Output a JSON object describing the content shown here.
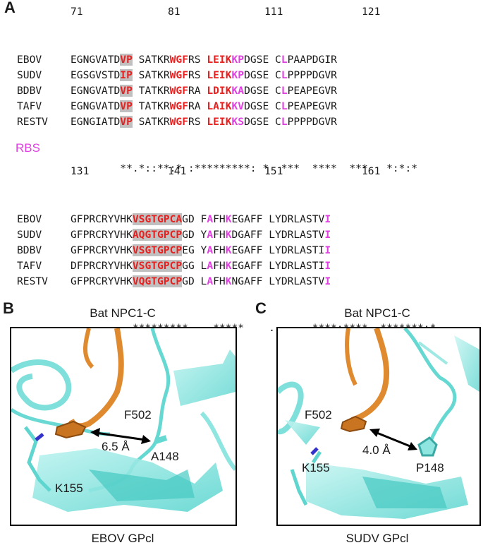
{
  "panel_a": {
    "label": "A",
    "block1": {
      "numbers": [
        "71",
        "81",
        "111",
        "121"
      ],
      "rows": [
        {
          "name": "EBOV",
          "s1": "EGNGVATD",
          "v1": "VP",
          "s2": "SA",
          "t1": "TK",
          "r1": "R",
          "w1": "WGF",
          "s3": "RS",
          "s4": "",
          "l1": "LEIK",
          "k1": "KP",
          "s5": "DGSE",
          "s6": "C",
          "l2": "L",
          "s7": "PAAPDGIR"
        },
        {
          "name": "SUDV",
          "s1": "EGSGVSTD",
          "v1": "IP",
          "s2": "SA",
          "t1": "TK",
          "r1": "R",
          "w1": "WGF",
          "s3": "RS",
          "s4": "",
          "l1": "LEIK",
          "k1": "KP",
          "s5": "DGSE",
          "s6": "C",
          "l2": "L",
          "s7": "PPPPDGVR"
        },
        {
          "name": "BDBV",
          "s1": "EGNGVATD",
          "v1": "VP",
          "s2": "TA",
          "t1": "TK",
          "r1": "R",
          "w1": "WGF",
          "s3": "RA",
          "s4": "",
          "l1": "LDIK",
          "k1": "KA",
          "s5": "DGSE",
          "s6": "C",
          "l2": "L",
          "s7": "PEAPEGVR"
        },
        {
          "name": "TAFV",
          "s1": "EGNGVATD",
          "v1": "VP",
          "s2": "TA",
          "t1": "TK",
          "r1": "R",
          "w1": "WGF",
          "s3": "RA",
          "s4": "",
          "l1": "LAIK",
          "k1": "KV",
          "s5": "DGSE",
          "s6": "C",
          "l2": "L",
          "s7": "PEAPEGVR"
        },
        {
          "name": "RESTV",
          "s1": "EGNGIATD",
          "v1": "VP",
          "s2": "SA",
          "t1": "TK",
          "r1": "R",
          "w1": "WGF",
          "s3": "RS",
          "s4": "",
          "l1": "LEIK",
          "k1": "KS",
          "s5": "DGSE",
          "s6": "C",
          "l2": "L",
          "s7": "PPPPDGVR"
        }
      ],
      "conservation": "        **.*::**:* :*********: *  ***  ****  ***   *:*:*"
    },
    "rbs_label": "RBS",
    "block2": {
      "numbers": [
        "131",
        "141",
        "151",
        "161"
      ],
      "rows": [
        {
          "name": "EBOV",
          "a": "GFPRCRYVHK",
          "b": "VSGTGPCA",
          "c": "GD",
          "d": "F",
          "e": "A",
          "f": "FH",
          "g": "K",
          "h": "EGAFF",
          "i": "LYDRLASTV",
          "j": "I"
        },
        {
          "name": "SUDV",
          "a": "GFPRCRYVHK",
          "b": "AQGTGPCP",
          "c": "GD",
          "d": "Y",
          "e": "A",
          "f": "FH",
          "g": "K",
          "h": "DGAFF",
          "i": "LYDRLASTV",
          "j": "I"
        },
        {
          "name": "BDBV",
          "a": "GFPRCRYVHK",
          "b": "VSGTGPCP",
          "c": "EG",
          "d": "Y",
          "e": "A",
          "f": "FH",
          "g": "K",
          "h": "EGAFF",
          "i": "LYDRLASTI",
          "j": "I"
        },
        {
          "name": "TAFV",
          "a": "DFPRCRYVHK",
          "b": "VSGTGPCP",
          "c": "GG",
          "d": "L",
          "e": "A",
          "f": "FH",
          "g": "K",
          "h": "EGAFF",
          "i": "LYDRLASTI",
          "j": "I"
        },
        {
          "name": "RESTV",
          "a": "GFPRCRYVHK",
          "b": "VQGTGPCP",
          "c": "GD",
          "d": "L",
          "e": "A",
          "f": "FH",
          "g": "K",
          "h": "NGAFF",
          "i": "LYDRLASTV",
          "j": "I"
        }
      ],
      "conservation": "         .*********  ..*****    .      ****:****  *******:*"
    }
  },
  "panel_b": {
    "label": "B",
    "top_caption": "Bat NPC1-C",
    "bottom_caption": "EBOV GPcl",
    "f502": "F502",
    "distance": "6.5 Å",
    "residue": "A148",
    "k155": "K155"
  },
  "panel_c": {
    "label": "C",
    "top_caption": "Bat NPC1-C",
    "bottom_caption": "SUDV GPcl",
    "f502": "F502",
    "distance": "4.0 Å",
    "residue": "P148",
    "k155": "K155"
  }
}
